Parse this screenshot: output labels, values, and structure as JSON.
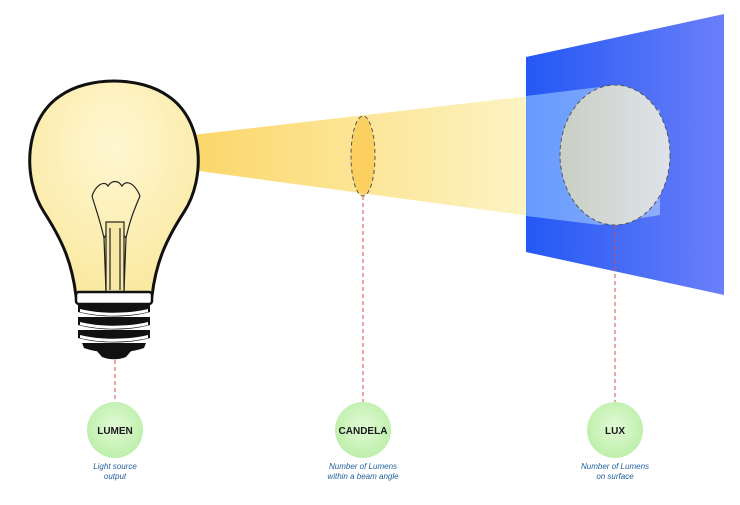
{
  "colors": {
    "beam_start": "#fbd76a",
    "beam_end": "#fdf0b8",
    "wall_left": "#2a5cf5",
    "wall_right": "#5f78f8",
    "bulb_glass": "#fdf0b4",
    "circle": "#c8f2b8",
    "desc_text": "#1f5f9c",
    "dash": "#d84a4a"
  },
  "concepts": [
    {
      "id": "lumen",
      "label": "LUMEN",
      "desc_line1": "Light source",
      "desc_line2": "output"
    },
    {
      "id": "candela",
      "label": "CANDELA",
      "desc_line1": "Number of Lumens",
      "desc_line2": "within a beam angle"
    },
    {
      "id": "lux",
      "label": "LUX",
      "desc_line1": "Number of Lumens",
      "desc_line2": "on surface"
    }
  ]
}
